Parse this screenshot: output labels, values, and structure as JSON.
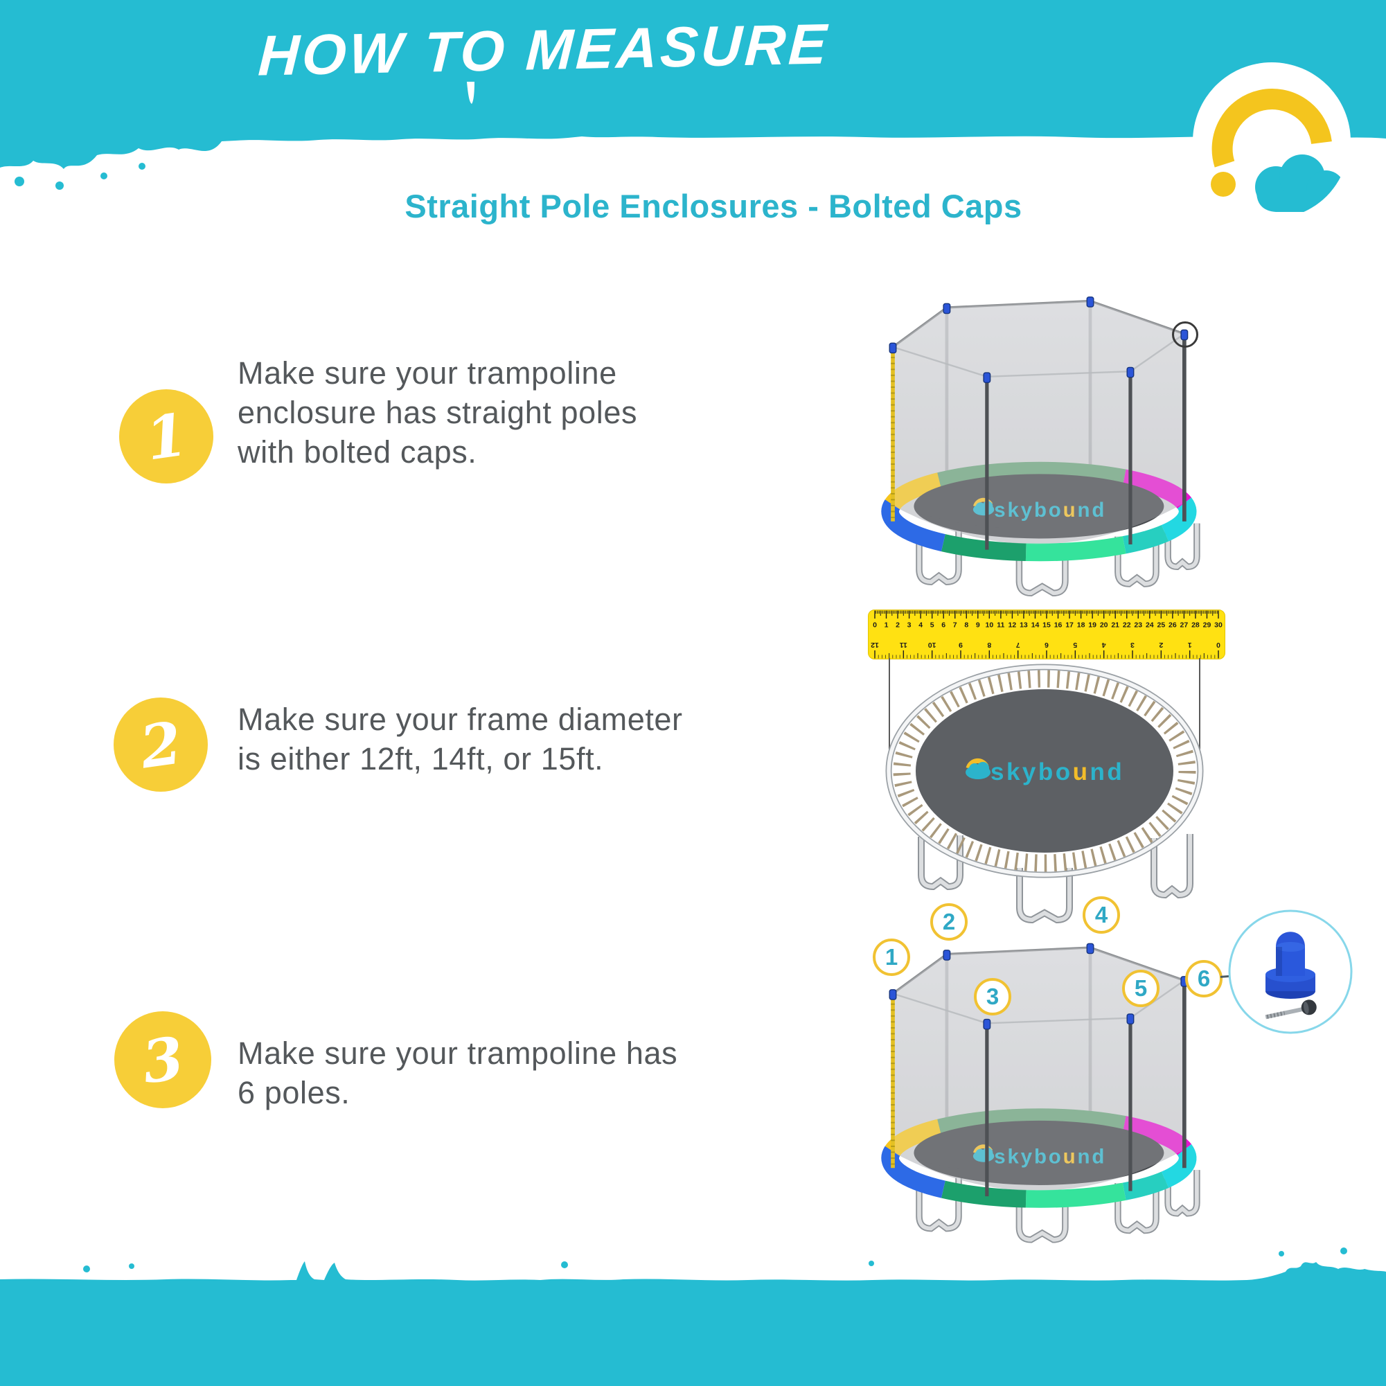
{
  "colors": {
    "teal_banner": "#25BCD2",
    "teal_text": "#2CB4CC",
    "yellow_accent": "#F7CE38",
    "ruler_yellow": "#FFE112",
    "step_text_gray": "#54585B",
    "badge_number_teal": "#2FA8C5",
    "badge_border_yellow": "#F1C232",
    "cap_blue": "#2B55D8"
  },
  "header": {
    "title": "HOW TO MEASURE",
    "subtitle": "Straight Pole Enclosures - Bolted Caps"
  },
  "logo": {
    "icon": "skybound-rainbow-cloud-icon"
  },
  "brand": {
    "part1": "skybo",
    "accent": "u",
    "part2": "nd"
  },
  "steps": [
    {
      "number": "1",
      "lines": [
        "Make sure your trampoline",
        "enclosure has straight poles",
        "with bolted caps."
      ]
    },
    {
      "number": "2",
      "lines": [
        "Make sure your frame diameter",
        "is either 12ft, 14ft, or 15ft."
      ]
    },
    {
      "number": "3",
      "lines": [
        "Make sure your trampoline has",
        "6 poles."
      ]
    }
  ],
  "ruler": {
    "cm_labels": [
      "0",
      "1",
      "2",
      "3",
      "4",
      "5",
      "6",
      "7",
      "8",
      "9",
      "10",
      "11",
      "12",
      "13",
      "14",
      "15",
      "16",
      "17",
      "18",
      "19",
      "20",
      "21",
      "22",
      "23",
      "24",
      "25",
      "26",
      "27",
      "28",
      "29",
      "30"
    ],
    "inch_labels": [
      "12",
      "11",
      "10",
      "9",
      "8",
      "7",
      "6",
      "5",
      "4",
      "3",
      "2",
      "1",
      "0"
    ]
  },
  "badges": [
    "1",
    "2",
    "3",
    "4",
    "5",
    "6"
  ]
}
